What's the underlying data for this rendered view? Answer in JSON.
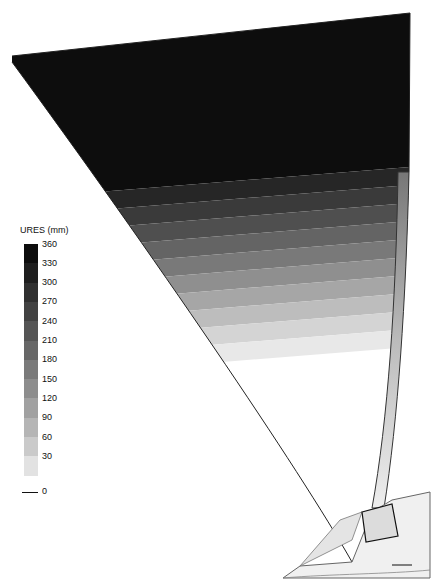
{
  "diagram": {
    "labels": [
      "URES (mm)"
    ],
    "legend": [
      {
        "text": "360",
        "color": "#0d0d0d"
      },
      {
        "text": "330",
        "color": "#1e1e1e"
      },
      {
        "text": "300",
        "color": "#303030"
      },
      {
        "text": "270",
        "color": "#424242"
      },
      {
        "text": "240",
        "color": "#555555"
      },
      {
        "text": "210",
        "color": "#676767"
      },
      {
        "text": "180",
        "color": "#7a7a7a"
      },
      {
        "text": "150",
        "color": "#8d8d8d"
      },
      {
        "text": "120",
        "color": "#a1a1a1"
      },
      {
        "text": "90",
        "color": "#b5b5b5"
      },
      {
        "text": "60",
        "color": "#cacaca"
      },
      {
        "text": "30",
        "color": "#e2e2e2"
      },
      {
        "text": "0"
      }
    ]
  }
}
